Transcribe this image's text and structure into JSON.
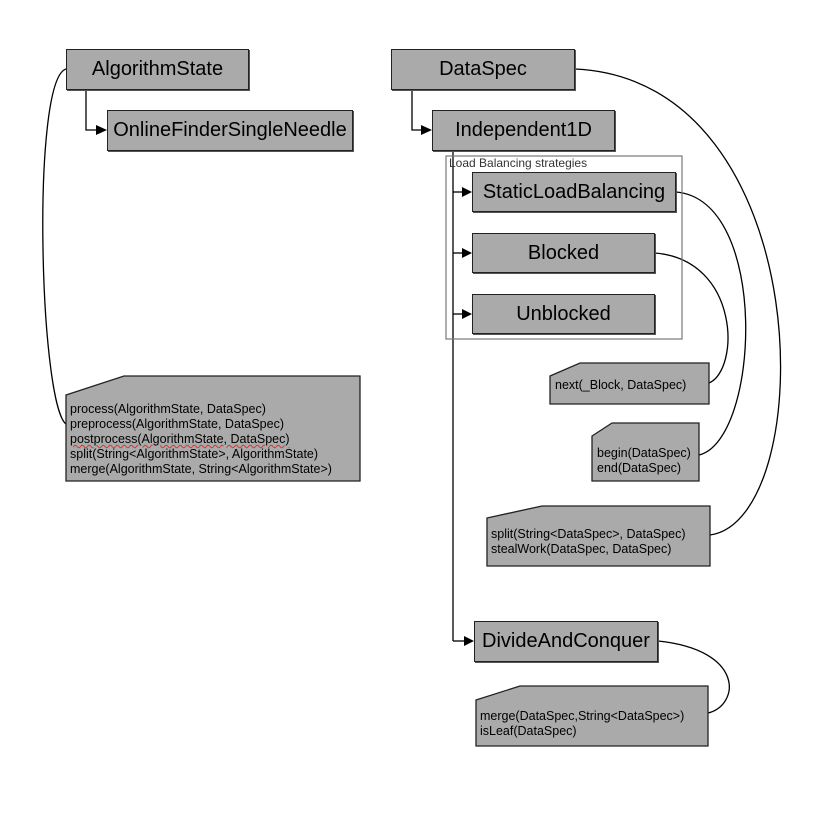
{
  "classes": {
    "algorithm_state": "AlgorithmState",
    "online_finder": "OnlineFinderSingleNeedle",
    "data_spec": "DataSpec",
    "independent1d": "Independent1D",
    "static_lb": "StaticLoadBalancing",
    "blocked": "Blocked",
    "unblocked": "Unblocked",
    "divide_conquer": "DivideAndConquer"
  },
  "group": {
    "label": "Load Balancing strategies"
  },
  "notes": {
    "algorithm_state": [
      "process(AlgorithmState, DataSpec)",
      "preprocess(AlgorithmState, DataSpec)",
      "postprocess(AlgorithmState, DataSpec)",
      "split(String<AlgorithmState>, AlgorithmState)",
      "merge(AlgorithmState, String<AlgorithmState>)"
    ],
    "blocked": [
      "next(_Block, DataSpec)"
    ],
    "static_lb": [
      "begin(DataSpec)",
      "end(DataSpec)"
    ],
    "data_spec": [
      "split(String<DataSpec>, DataSpec)",
      "stealWork(DataSpec, DataSpec)"
    ],
    "divide_conquer": [
      "merge(DataSpec,String<DataSpec>)",
      "isLeaf(DataSpec)"
    ]
  },
  "colors": {
    "box_fill": "#aaaaaa",
    "box_border": "#222222",
    "line": "#000000",
    "group_border": "#777777"
  }
}
